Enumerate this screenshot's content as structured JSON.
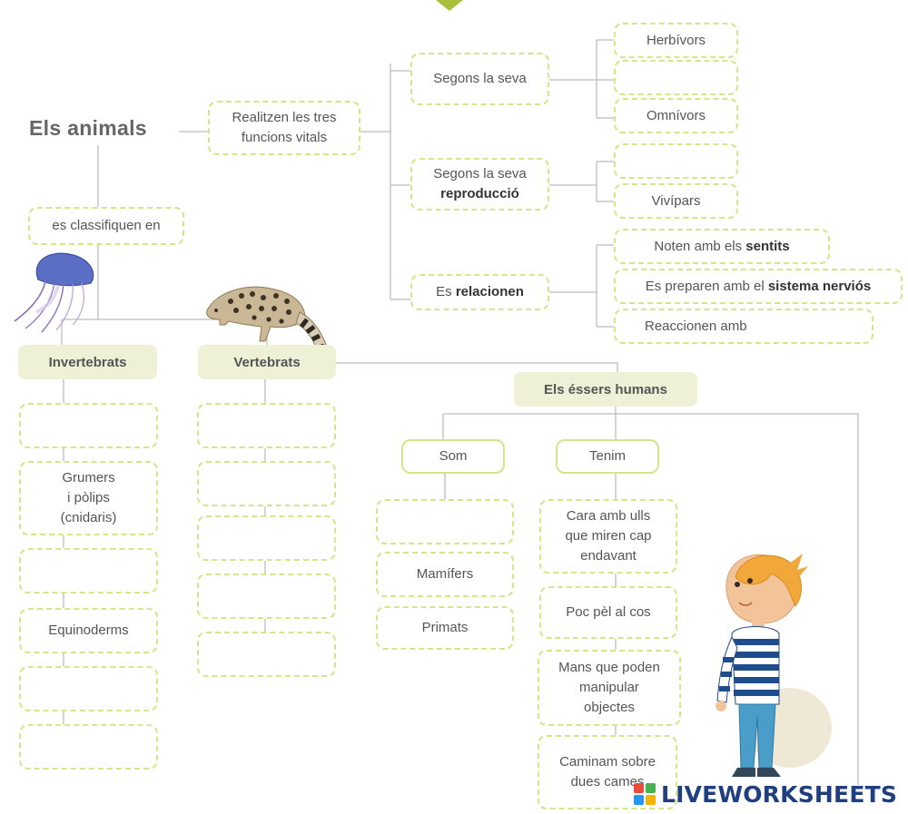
{
  "title": "Els animals",
  "vital": "Realitzen les tres funcions vitals",
  "classify": "es classifiquen en",
  "nutrition": {
    "label": "Segons la seva",
    "items": [
      "Herbívors",
      "",
      "Omnívors"
    ]
  },
  "reproduction": {
    "label": "Segons la seva",
    "bold": "reproducció",
    "items": [
      "",
      "Vivípars"
    ]
  },
  "relation": {
    "label": "Es",
    "bold": "relacionen",
    "item1_pre": "Noten amb els",
    "item1_bold": "sentits",
    "item2_pre": "Es preparen amb el",
    "item2_bold": "sistema nerviós",
    "item3": "Reaccionen amb"
  },
  "invertebrates": {
    "header": "Invertebrats",
    "items": [
      "",
      "Grumers\ni pòlips\n(cnidaris)",
      "",
      "Equinoderms",
      "",
      ""
    ]
  },
  "vertebrates": {
    "header": "Vertebrats",
    "items": [
      "",
      "",
      "",
      "",
      ""
    ]
  },
  "humans": {
    "header": "Els éssers humans",
    "som": {
      "label": "Som",
      "items": [
        "",
        "Mamífers",
        "Primats"
      ]
    },
    "tenim": {
      "label": "Tenim",
      "items": [
        "Cara amb ulls\nque miren cap\nendavant",
        "Poc pèl al cos",
        "Mans que poden\nmanipular\nobjectes",
        "Caminam sobre\ndues cames"
      ]
    }
  },
  "brand": "LIVEWORKSHEETS"
}
